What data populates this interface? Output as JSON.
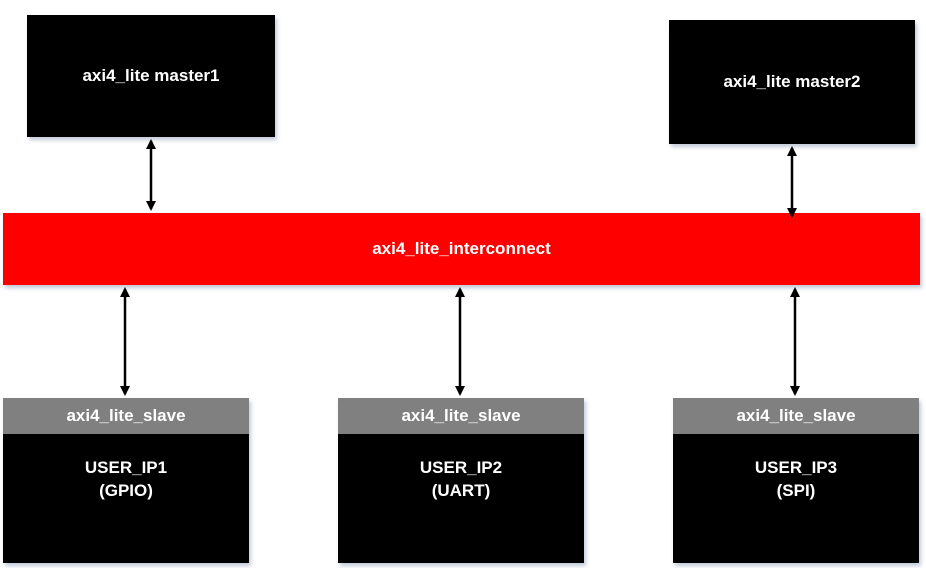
{
  "masters": [
    {
      "label": "axi4_lite master1"
    },
    {
      "label": "axi4_lite master2"
    }
  ],
  "interconnect": {
    "label": "axi4_lite_interconnect"
  },
  "slaves": [
    {
      "header": "axi4_lite_slave",
      "name": "USER_IP1",
      "type": "(GPIO)"
    },
    {
      "header": "axi4_lite_slave",
      "name": "USER_IP2",
      "type": "(UART)"
    },
    {
      "header": "axi4_lite_slave",
      "name": "USER_IP3",
      "type": "(SPI)"
    }
  ],
  "colors": {
    "interconnect": "#ff0000",
    "master": "#000000",
    "slave_header": "#808080",
    "slave_body": "#000000"
  }
}
